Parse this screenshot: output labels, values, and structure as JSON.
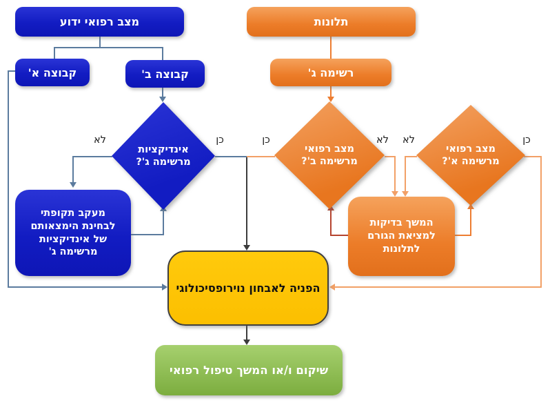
{
  "diagram": {
    "title_hint": "medical-flowchart",
    "direction": "rtl",
    "nodes": {
      "known_medical_state": {
        "label": "מצב רפואי ידוע"
      },
      "group_a": {
        "label": "קבוצה א'"
      },
      "group_b": {
        "label": "קבוצה ב'"
      },
      "complaints": {
        "label": "תלונות"
      },
      "list_c": {
        "label": "רשימה ג'"
      },
      "indications_diamond": {
        "line1": "אינדיקציות",
        "line2": "מרשימה ג'?"
      },
      "state_list_b_diamond": {
        "line1": "מצב רפואי",
        "line2": "מרשימה ב'?"
      },
      "state_list_a_diamond": {
        "line1": "מצב רפואי",
        "line2": "מרשימה א'?"
      },
      "periodic_followup": {
        "line1": "מעקב תקופתי",
        "line2": "לבחינת הימצאותם",
        "line3": "של אינדיקציות",
        "line4": "מרשימה ג'"
      },
      "continue_tests": {
        "line1": "המשך בדיקות",
        "line2": "למציאת הגורם",
        "line3": "לתלונות"
      },
      "neuropsych_referral": {
        "label": "הפניה לאבחון נוירופסיכולוגי"
      },
      "rehab_treatment": {
        "label": "שיקום ו/או המשך טיפול רפואי"
      }
    },
    "edge_labels": {
      "indications_no": "לא",
      "indications_yes": "כן",
      "list_b_yes": "כן",
      "list_b_no": "לא",
      "list_a_no": "לא",
      "list_a_yes": "כן"
    },
    "colors": {
      "blue_node": "#151fc4",
      "orange_node": "#ed7d31",
      "yellow_node": "#ffc000",
      "green_node": "#8fbf4d",
      "blue_connector": "#5b7b9e",
      "orange_connector": "#ed7d31",
      "light_orange_connector": "#f2a066",
      "dark_red_connector": "#b5432e",
      "black_connector": "#3c3c3c"
    }
  }
}
